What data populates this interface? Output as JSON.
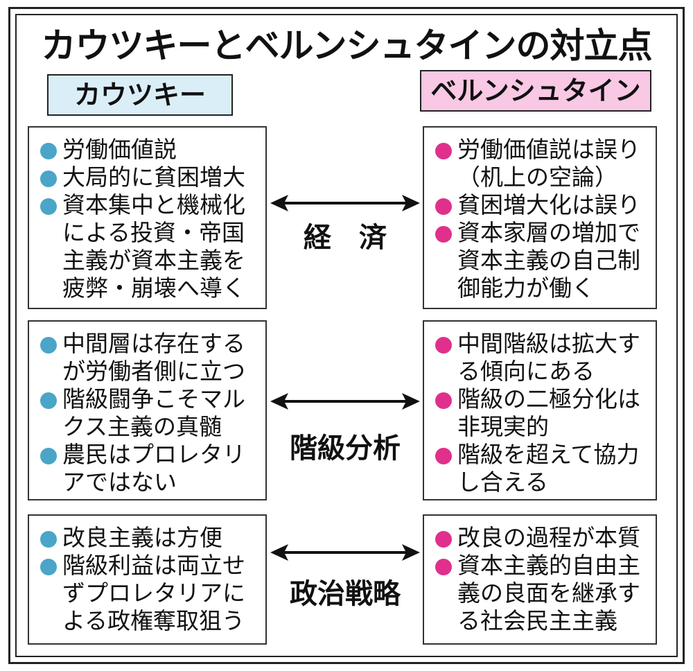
{
  "title": "カウツキーとベルンシュタインの対立点",
  "left_label": "カウツキー",
  "right_label": "ベルンシュタイン",
  "colors": {
    "left_accent": "#4aa5c8",
    "right_accent": "#e0308c",
    "left_label_bg": "#daeef7",
    "right_label_bg": "#f8c8e4"
  },
  "rows": [
    {
      "topic": "経　済",
      "left": [
        "労働価値説",
        "大局的に貧困増大",
        "資本集中と機械化による投資・帝国主義が資本主義を疲弊・崩壊へ導く"
      ],
      "right": [
        "労働価値説は誤り（机上の空論）",
        "貧困増大化は誤り",
        "資本家層の増加で資本主義の自己制御能力が働く"
      ]
    },
    {
      "topic": "階級分析",
      "left": [
        "中間層は存在するが労働者側に立つ",
        "階級闘争こそマルクス主義の真髄",
        "農民はプロレタリアではない"
      ],
      "right": [
        "中間階級は拡大する傾向にある",
        "階級の二極分化は非現実的",
        "階級を超えて協力し合える"
      ]
    },
    {
      "topic": "政治戦略",
      "left": [
        "改良主義は方便",
        "階級利益は両立せずプロレタリアによる政権奪取狙う"
      ],
      "right": [
        "改良の過程が本質",
        "資本主義的自由主義の良面を継承する社会民主主義"
      ]
    }
  ]
}
